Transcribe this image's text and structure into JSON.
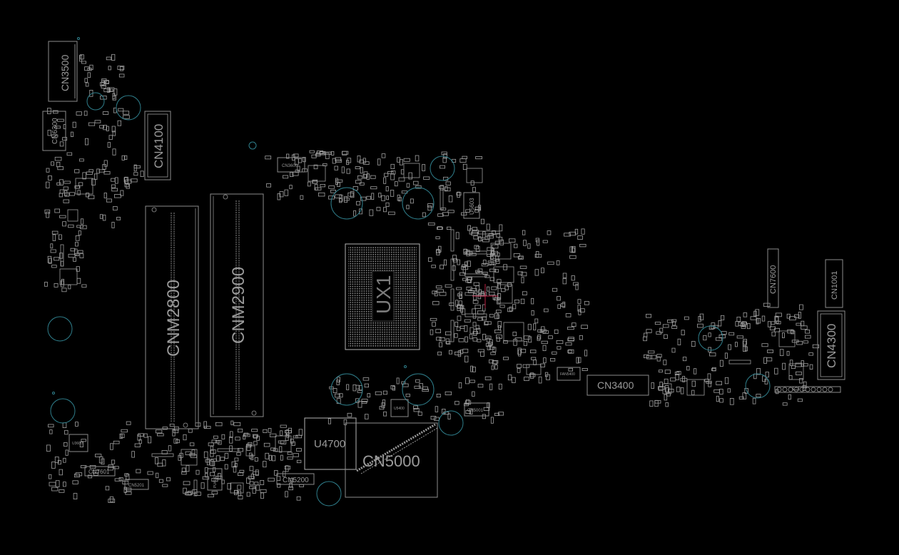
{
  "colors": {
    "background": "#000000",
    "outline": "#8c8c8c",
    "mounting_hole": "#2f7f8c"
  },
  "components": {
    "cn3500": "CN3500",
    "cn6300": "CN6300",
    "cn4100": "CN4100",
    "cn3600": "CN3600",
    "cnm2800": "CNM2800",
    "cnm2900": "CNM2900",
    "ux1": "UX1",
    "u5603": "U5603",
    "cn7600": "CN7600",
    "cn1001": "CN1001",
    "cn4300": "CN4300",
    "cn3400": "CN3400",
    "fan5400": "FAN5400",
    "u4700": "U4700",
    "cn5000": "CN5000",
    "cn5001": "CN5001",
    "cn5200": "CN5200",
    "cn7601": "CN7601",
    "cn5201": "CN5201",
    "u3600": "U3600",
    "u5400": "U5400",
    "pu4001": "PU4001"
  }
}
